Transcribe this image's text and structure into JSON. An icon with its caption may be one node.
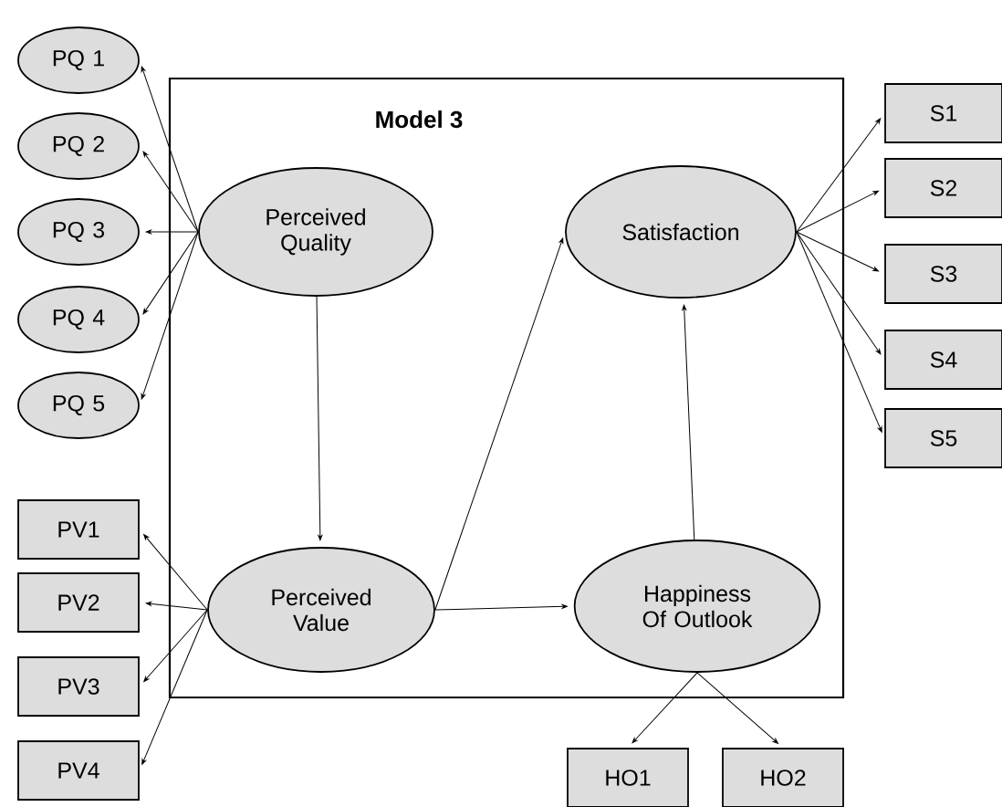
{
  "diagram": {
    "nodes": [
      {
        "text": [
          "Model 3"
        ]
      },
      {
        "text": [
          "Perceived Quality"
        ],
        "in": 0
      },
      {
        "text": [
          "Satisfaction"
        ],
        "in": 0
      },
      {
        "text": [
          "Perceived Value"
        ],
        "in": 0
      },
      {
        "text": [
          "Happiness Of Outlook"
        ],
        "in": 0
      },
      {
        "text": [
          "PQ 1"
        ]
      },
      {
        "text": [
          "PQ 2"
        ]
      },
      {
        "text": [
          "PQ 3"
        ]
      },
      {
        "text": [
          "PQ 4"
        ]
      },
      {
        "text": [
          "PQ 5"
        ]
      },
      {
        "text": [
          "S1"
        ]
      },
      {
        "text": [
          "S2"
        ]
      },
      {
        "text": [
          "S3"
        ]
      },
      {
        "text": [
          "S4"
        ]
      },
      {
        "text": [
          "S5"
        ]
      },
      {
        "text": [
          "PV1"
        ]
      },
      {
        "text": [
          "PV2"
        ]
      },
      {
        "text": [
          "PV3"
        ]
      },
      {
        "text": [
          "PV4"
        ]
      },
      {
        "text": [
          "HO1"
        ]
      },
      {
        "text": [
          "HO2"
        ]
      }
    ],
    "edges": [
      {
        "from": 1,
        "to": 5,
        "arrow": "to"
      },
      {
        "from": 1,
        "to": 6,
        "arrow": "to"
      },
      {
        "from": 1,
        "to": 7,
        "arrow": "to"
      },
      {
        "from": 1,
        "to": 8,
        "arrow": "to"
      },
      {
        "from": 1,
        "to": 9,
        "arrow": "to"
      },
      {
        "from": 2,
        "to": 10,
        "arrow": "to"
      },
      {
        "from": 2,
        "to": 11,
        "arrow": "to"
      },
      {
        "from": 2,
        "to": 12,
        "arrow": "to"
      },
      {
        "from": 2,
        "to": 13,
        "arrow": "to"
      },
      {
        "from": 2,
        "to": 14,
        "arrow": "to"
      },
      {
        "from": 3,
        "to": 15,
        "arrow": "to"
      },
      {
        "from": 3,
        "to": 16,
        "arrow": "to"
      },
      {
        "from": 3,
        "to": 17,
        "arrow": "to"
      },
      {
        "from": 3,
        "to": 18,
        "arrow": "to"
      },
      {
        "from": 4,
        "to": 19,
        "arrow": "to"
      },
      {
        "from": 4,
        "to": 20,
        "arrow": "to"
      },
      {
        "from": 1,
        "to": 3,
        "arrow": "to"
      },
      {
        "from": 3,
        "to": 2,
        "arrow": "to"
      },
      {
        "from": 3,
        "to": 4,
        "arrow": "to"
      },
      {
        "from": 4,
        "to": 2,
        "arrow": "to"
      }
    ]
  }
}
